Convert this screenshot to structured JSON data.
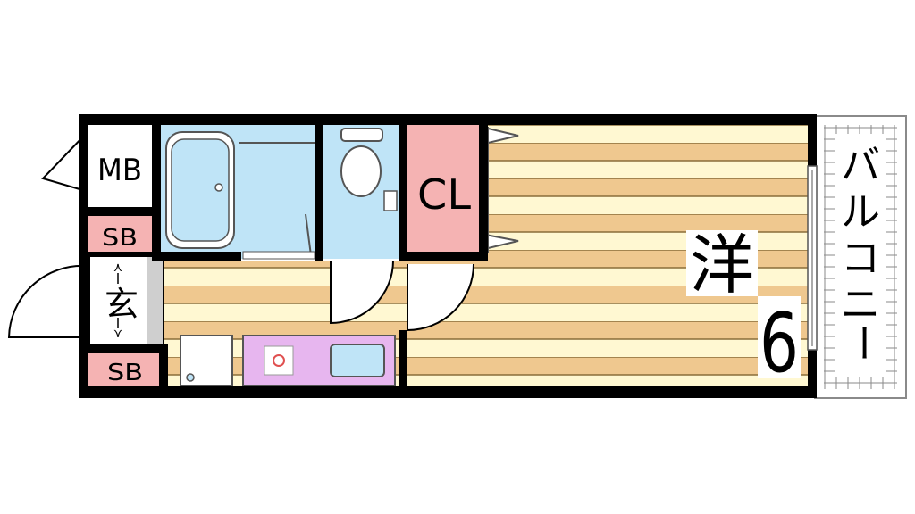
{
  "rooms": {
    "mb": "MB",
    "sb_top": "SB",
    "sb_bottom": "SB",
    "entrance": "玄",
    "cl": "CL",
    "western": "洋",
    "western_size": "6",
    "balcony": [
      "バ",
      "ル",
      "コ",
      "ニ",
      "ー"
    ]
  },
  "colors": {
    "wall": "#000000",
    "wood_dark": "#efc88f",
    "wood_light": "#fff8d2",
    "wet_area": "#bfe4f7",
    "closet": "#f5b3b3",
    "storage": "#f5b3b3",
    "kitchen": "#e7b6ef",
    "entrance_floor": "#cfcfcf",
    "balcony_grid": "#8a8a8a"
  }
}
